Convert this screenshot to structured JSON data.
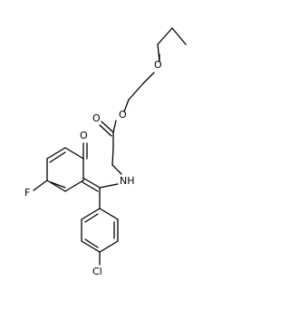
{
  "molecule": {
    "atoms": {
      "o_ether": "O",
      "o_ester": "O",
      "o_carbonyl": "O",
      "nh": "NH",
      "o_ketone": "O",
      "f": "F",
      "cl": "Cl"
    },
    "colors": {
      "bond": "#000000",
      "label": "#000000",
      "background": "#ffffff"
    }
  }
}
